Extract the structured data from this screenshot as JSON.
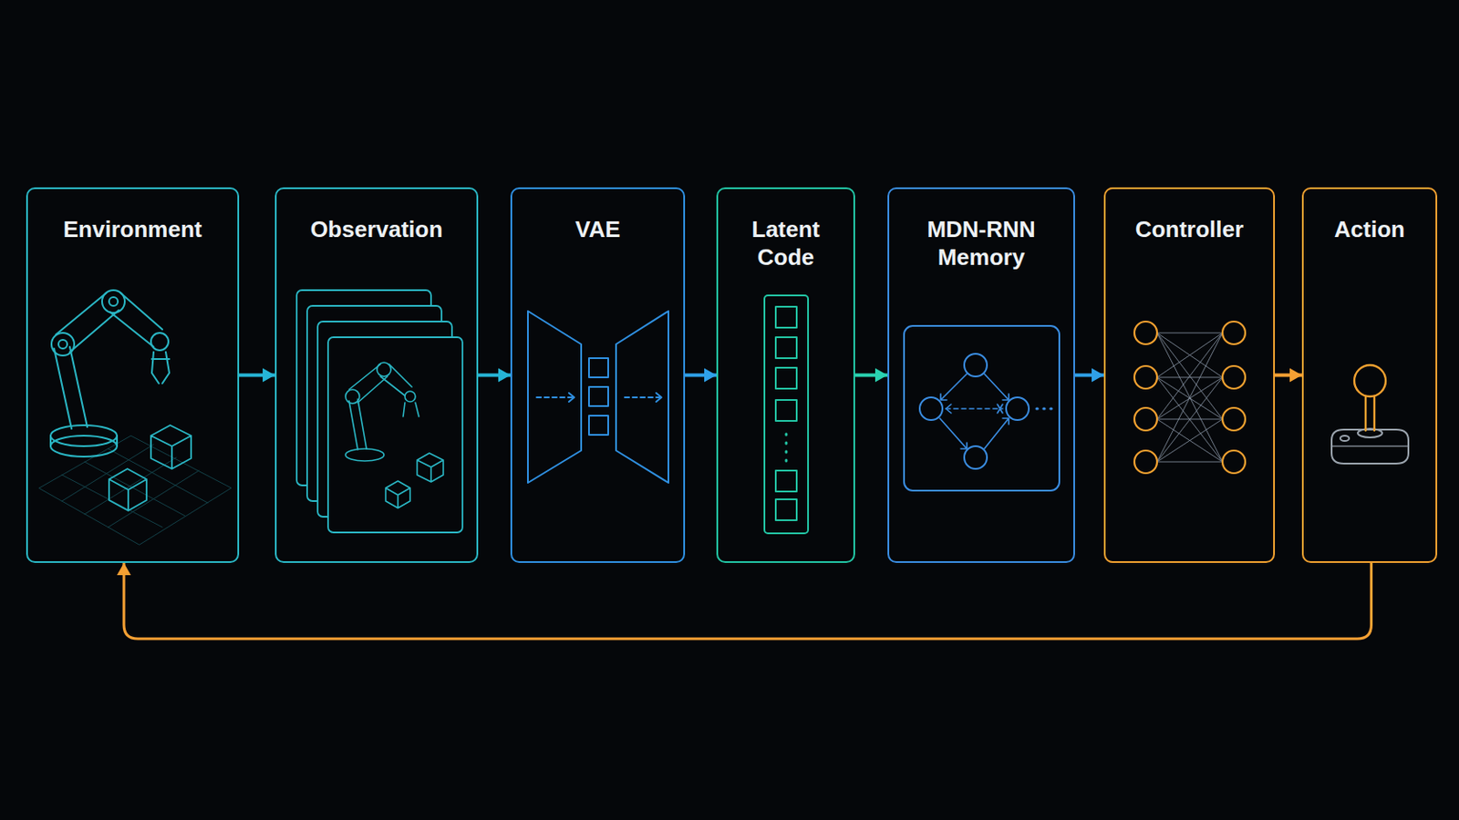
{
  "diagram": {
    "nodes": [
      {
        "text": [
          "Environment"
        ]
      },
      {
        "text": [
          "Observation"
        ]
      },
      {
        "text": [
          "VAE"
        ]
      },
      {
        "text": [
          "Latent Code"
        ]
      },
      {
        "text": [
          "MDN-RNN Memory"
        ]
      },
      {
        "text": [
          "Controller"
        ]
      },
      {
        "text": [
          "Action"
        ]
      }
    ],
    "edges": [
      {
        "from": 0,
        "to": 1,
        "arrow": "to"
      },
      {
        "from": 1,
        "to": 2,
        "arrow": "to"
      },
      {
        "from": 2,
        "to": 3,
        "arrow": "to"
      },
      {
        "from": 3,
        "to": 4,
        "arrow": "to"
      },
      {
        "from": 4,
        "to": 5,
        "arrow": "to"
      },
      {
        "from": 5,
        "to": 6,
        "arrow": "to"
      },
      {
        "from": 6,
        "to": 0,
        "arrow": "to"
      }
    ]
  }
}
